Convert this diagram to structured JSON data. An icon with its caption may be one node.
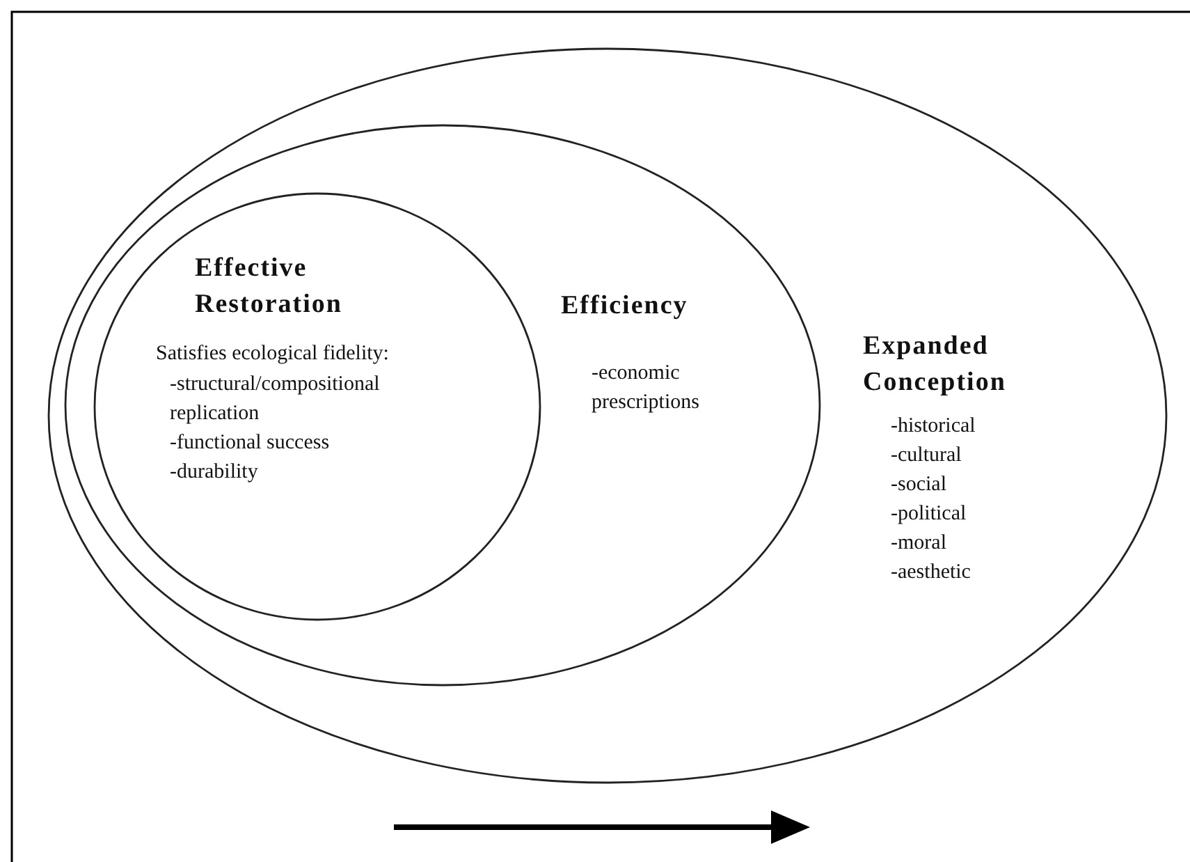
{
  "diagram": {
    "nodes": [
      {
        "text": [
          "Expanded Conception",
          "-historical",
          "-cultural",
          "-social",
          "-political",
          "-moral",
          "-aesthetic"
        ]
      },
      {
        "text": [
          "Efficiency",
          "-economic prescriptions"
        ],
        "in": 0
      },
      {
        "text": [
          "Effective Restoration",
          "Satisfies ecological fidelity:",
          "-structural/compositional replication",
          "-functional success",
          "-durability"
        ],
        "in": 1
      }
    ]
  }
}
